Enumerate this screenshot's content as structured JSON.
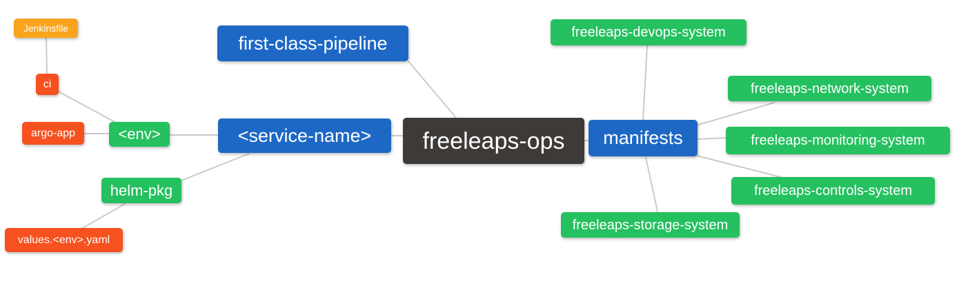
{
  "palette": {
    "blue": "#1e68c5",
    "green": "#25c05f",
    "red_orange": "#f6511e",
    "amber": "#f8a41e",
    "dark": "#3e3a38",
    "edge_gray": "#cbcbcb",
    "text": "#ffffff",
    "background": "#ffffff"
  },
  "mindmap": {
    "root": {
      "label": "freeleaps-ops"
    },
    "nodes": {
      "jenkinsfile": {
        "label": "Jenkinsfile",
        "color": "#f8a41e"
      },
      "ci": {
        "label": "ci",
        "color": "#f6511e"
      },
      "argo_app": {
        "label": "argo-app",
        "color": "#f6511e"
      },
      "env": {
        "label": "<env>",
        "color": "#25c05f"
      },
      "helm_pkg": {
        "label": "helm-pkg",
        "color": "#25c05f"
      },
      "values_yaml": {
        "label": "values.<env>.yaml",
        "color": "#f6511e"
      },
      "first_class_pipeline": {
        "label": "first-class-pipeline",
        "color": "#1e68c5"
      },
      "service_name": {
        "label": "<service-name>",
        "color": "#1e68c5"
      },
      "freeleaps_ops": {
        "label": "freeleaps-ops",
        "color": "#3e3a38"
      },
      "manifests": {
        "label": "manifests",
        "color": "#1e68c5"
      },
      "devops_system": {
        "label": "freeleaps-devops-system",
        "color": "#25c05f"
      },
      "network_system": {
        "label": "freeleaps-network-system",
        "color": "#25c05f"
      },
      "monitoring_system": {
        "label": "freeleaps-monitoring-system",
        "color": "#25c05f"
      },
      "controls_system": {
        "label": "freeleaps-controls-system",
        "color": "#25c05f"
      },
      "storage_system": {
        "label": "freeleaps-storage-system",
        "color": "#25c05f"
      }
    },
    "edges": [
      {
        "from": "Jenkinsfile",
        "to": "ci"
      },
      {
        "from": "ci",
        "to": "<env>"
      },
      {
        "from": "argo-app",
        "to": "<env>"
      },
      {
        "from": "<env>",
        "to": "<service-name>"
      },
      {
        "from": "helm-pkg",
        "to": "<service-name>"
      },
      {
        "from": "values.<env>.yaml",
        "to": "helm-pkg"
      },
      {
        "from": "first-class-pipeline",
        "to": "freeleaps-ops"
      },
      {
        "from": "<service-name>",
        "to": "freeleaps-ops"
      },
      {
        "from": "freeleaps-ops",
        "to": "manifests"
      },
      {
        "from": "manifests",
        "to": "freeleaps-devops-system"
      },
      {
        "from": "manifests",
        "to": "freeleaps-network-system"
      },
      {
        "from": "manifests",
        "to": "freeleaps-monitoring-system"
      },
      {
        "from": "manifests",
        "to": "freeleaps-controls-system"
      },
      {
        "from": "manifests",
        "to": "freeleaps-storage-system"
      }
    ]
  }
}
